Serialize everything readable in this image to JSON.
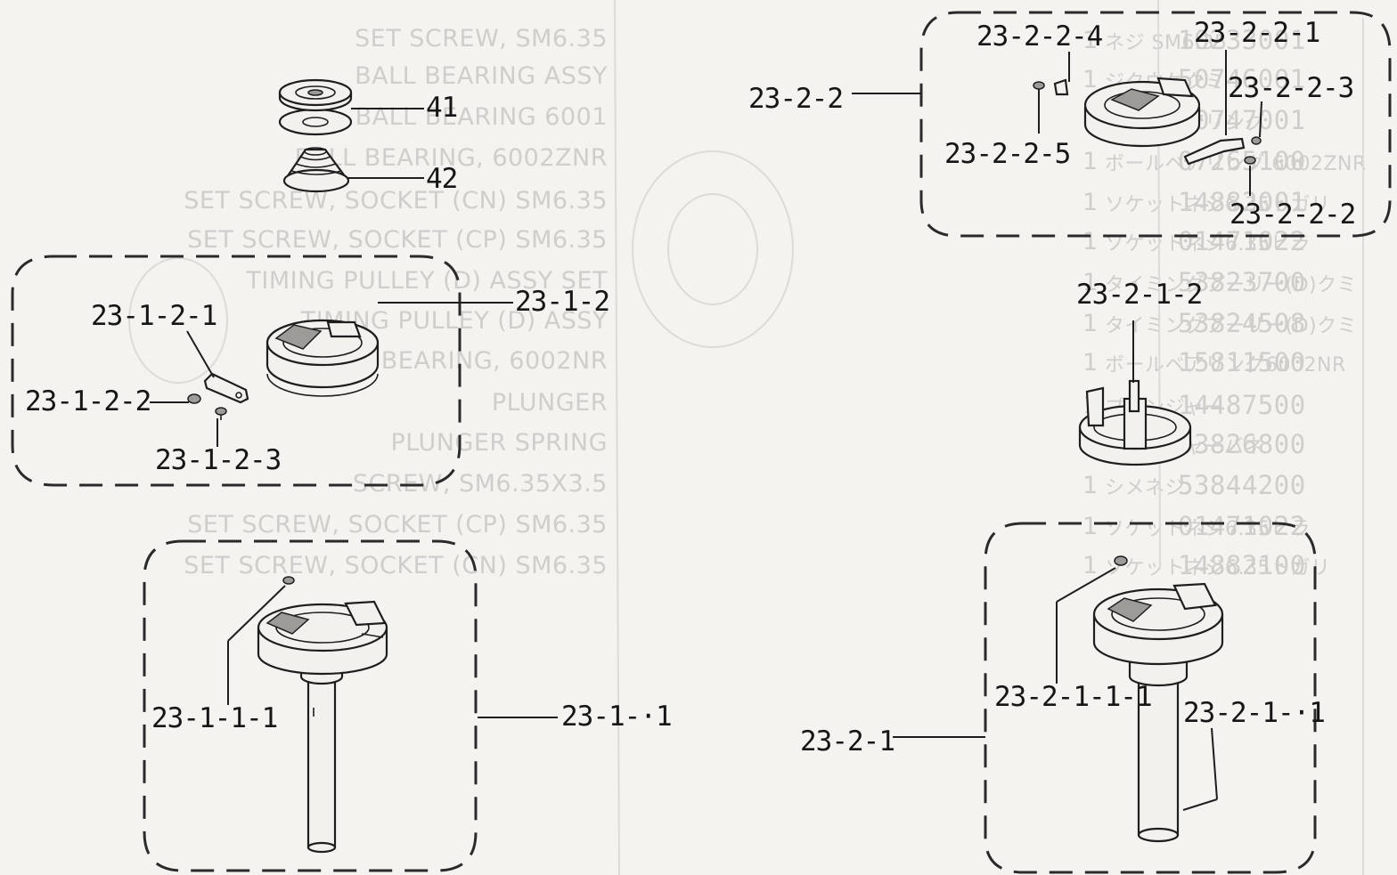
{
  "background_table": {
    "descriptions": [
      "SET SCREW, SM6.35",
      "BALL BEARING ASSY",
      "BALL BEARING 6001",
      "BALL BEARING, 6002ZNR",
      "SET SCREW, SOCKET (CN) SM6.35",
      "SET SCREW, SOCKET (CP) SM6.35",
      "TIMING PULLEY (D) ASSY SET",
      "TIMING PULLEY (D) ASSY",
      "BALL BEARING, 6002NR",
      "PLUNGER",
      "PLUNGER SPRING",
      "SCREW, SM6.35X3.5",
      "SET SCREW, SOCKET (CP) SM6.35",
      "SET SCREW, SOCKET (CN) SM6.35"
    ],
    "japanese": [
      "ネジ SM6.35",
      "ジクウケクミ",
      "ボールベアリング",
      "ボールベアリング 6002ZNR",
      "ソケットネジ6.35トガリ",
      "ソケットネジ6.35ヒラ",
      "タイミングプーリー(D)クミ",
      "タイミングプーリー(D)クミ",
      "ボールベアリング6002NR",
      "プランジャー",
      "プランジャーバネ",
      "シメネジ",
      "ソケットネジ6.35ヒラ",
      "ソケットネジ6.35トガリ"
    ],
    "quantities": [
      "1",
      "1",
      "1",
      "1",
      "1",
      "1",
      "1",
      "1",
      "1",
      "1",
      "1",
      "1",
      "1",
      "1"
    ],
    "part_numbers": [
      "10233001",
      "50746001",
      "50747001",
      "07265100",
      "14882001",
      "01471022",
      "53823700",
      "53824508",
      "15811500",
      "14487500",
      "53826800",
      "53844200",
      "01471022",
      "14882100"
    ]
  },
  "labels": {
    "p41": "41",
    "p42": "42",
    "p23_1_2": "23-1-2",
    "p23_1_2_1": "23-1-2-1",
    "p23_1_2_2": "23-1-2-2",
    "p23_1_2_3": "23-1-2-3",
    "p23_1_1": "23-1-·1",
    "p23_1_1_1": "23-1-1-1",
    "p23_2_2": "23-2-2",
    "p23_2_2_4": "23-2-2-4",
    "p23_2_2_1": "23-2-2-1",
    "p23_2_2_3": "23-2-2-3",
    "p23_2_2_5": "23-2-2-5",
    "p23_2_2_2": "23-2-2-2",
    "p23_2_1_2": "23-2-1-2",
    "p23_2_1_1_1": "23-2-1-1-1",
    "p23_2_1_1": "23-2-1-·1",
    "p23_2_1": "23-2-1"
  },
  "colors": {
    "paper": "#f4f3f0",
    "ink": "#1e1e1e",
    "ghost_text": "#cfcecb"
  }
}
